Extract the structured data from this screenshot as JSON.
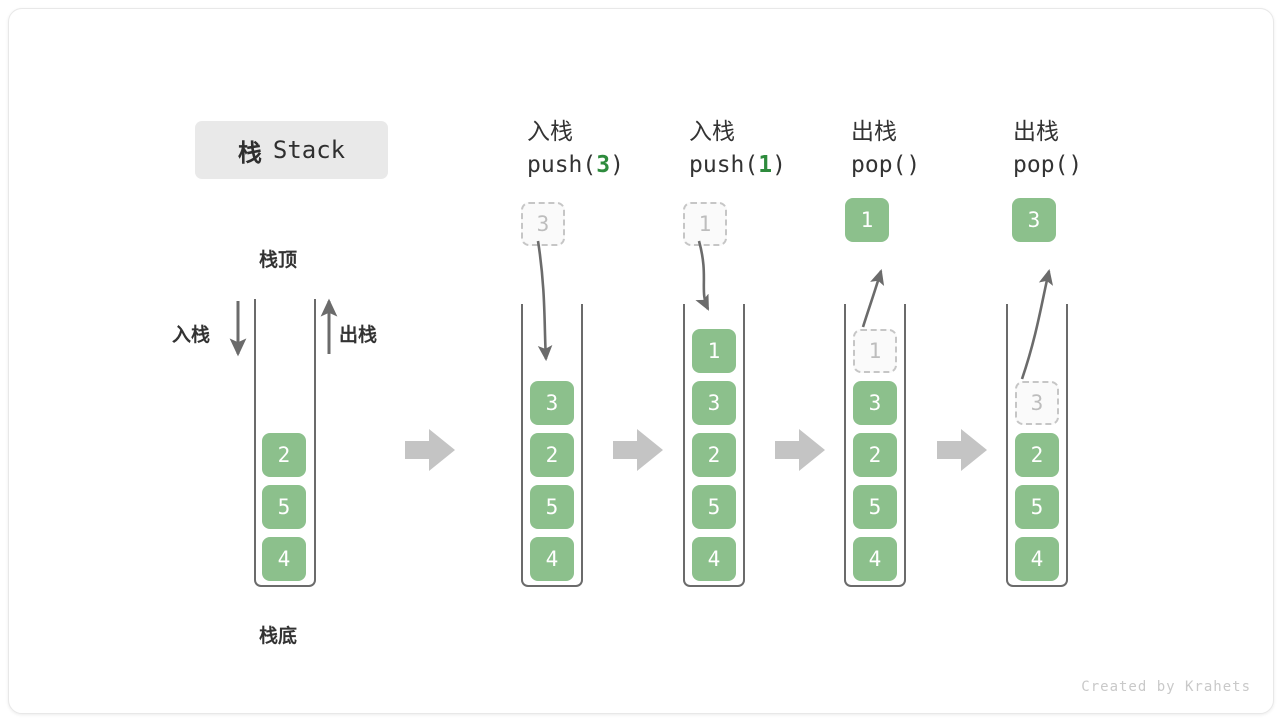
{
  "diagram": {
    "title_cn": "栈",
    "title_en": "Stack",
    "credit": "Created by Krahets",
    "accent_green": "#8cc08c",
    "arg_green": "#2e8b3d",
    "ghost_gray": "#bdbdbd",
    "flow_arrow_gray": "#c4c4c4",
    "outline_gray": "#6b6b6b"
  },
  "legend": {
    "top_label": "栈顶",
    "bottom_label": "栈底",
    "push_label": "入栈",
    "pop_label": "出栈"
  },
  "columns": [
    {
      "id": "initial",
      "header_cn": "",
      "header_code": "",
      "floating": null,
      "stack": [
        "2",
        "5",
        "4"
      ],
      "ghost_in_stack": null
    },
    {
      "id": "push-3",
      "header_cn": "入栈",
      "header_code_prefix": "push(",
      "header_code_arg": "3",
      "header_code_suffix": ")",
      "floating": {
        "value": "3",
        "style": "ghost"
      },
      "stack": [
        "3",
        "2",
        "5",
        "4"
      ],
      "ghost_in_stack": null
    },
    {
      "id": "push-1",
      "header_cn": "入栈",
      "header_code_prefix": "push(",
      "header_code_arg": "1",
      "header_code_suffix": ")",
      "floating": {
        "value": "1",
        "style": "ghost"
      },
      "stack": [
        "1",
        "3",
        "2",
        "5",
        "4"
      ],
      "ghost_in_stack": null
    },
    {
      "id": "pop-1",
      "header_cn": "出栈",
      "header_code_prefix": "pop(",
      "header_code_arg": "",
      "header_code_suffix": ")",
      "floating": {
        "value": "1",
        "style": "solid"
      },
      "stack": [
        "1",
        "3",
        "2",
        "5",
        "4"
      ],
      "ghost_in_stack": "1"
    },
    {
      "id": "pop-3",
      "header_cn": "出栈",
      "header_code_prefix": "pop(",
      "header_code_arg": "",
      "header_code_suffix": ")",
      "floating": {
        "value": "3",
        "style": "solid"
      },
      "stack": [
        "3",
        "2",
        "5",
        "4"
      ],
      "ghost_in_stack": "3"
    }
  ]
}
